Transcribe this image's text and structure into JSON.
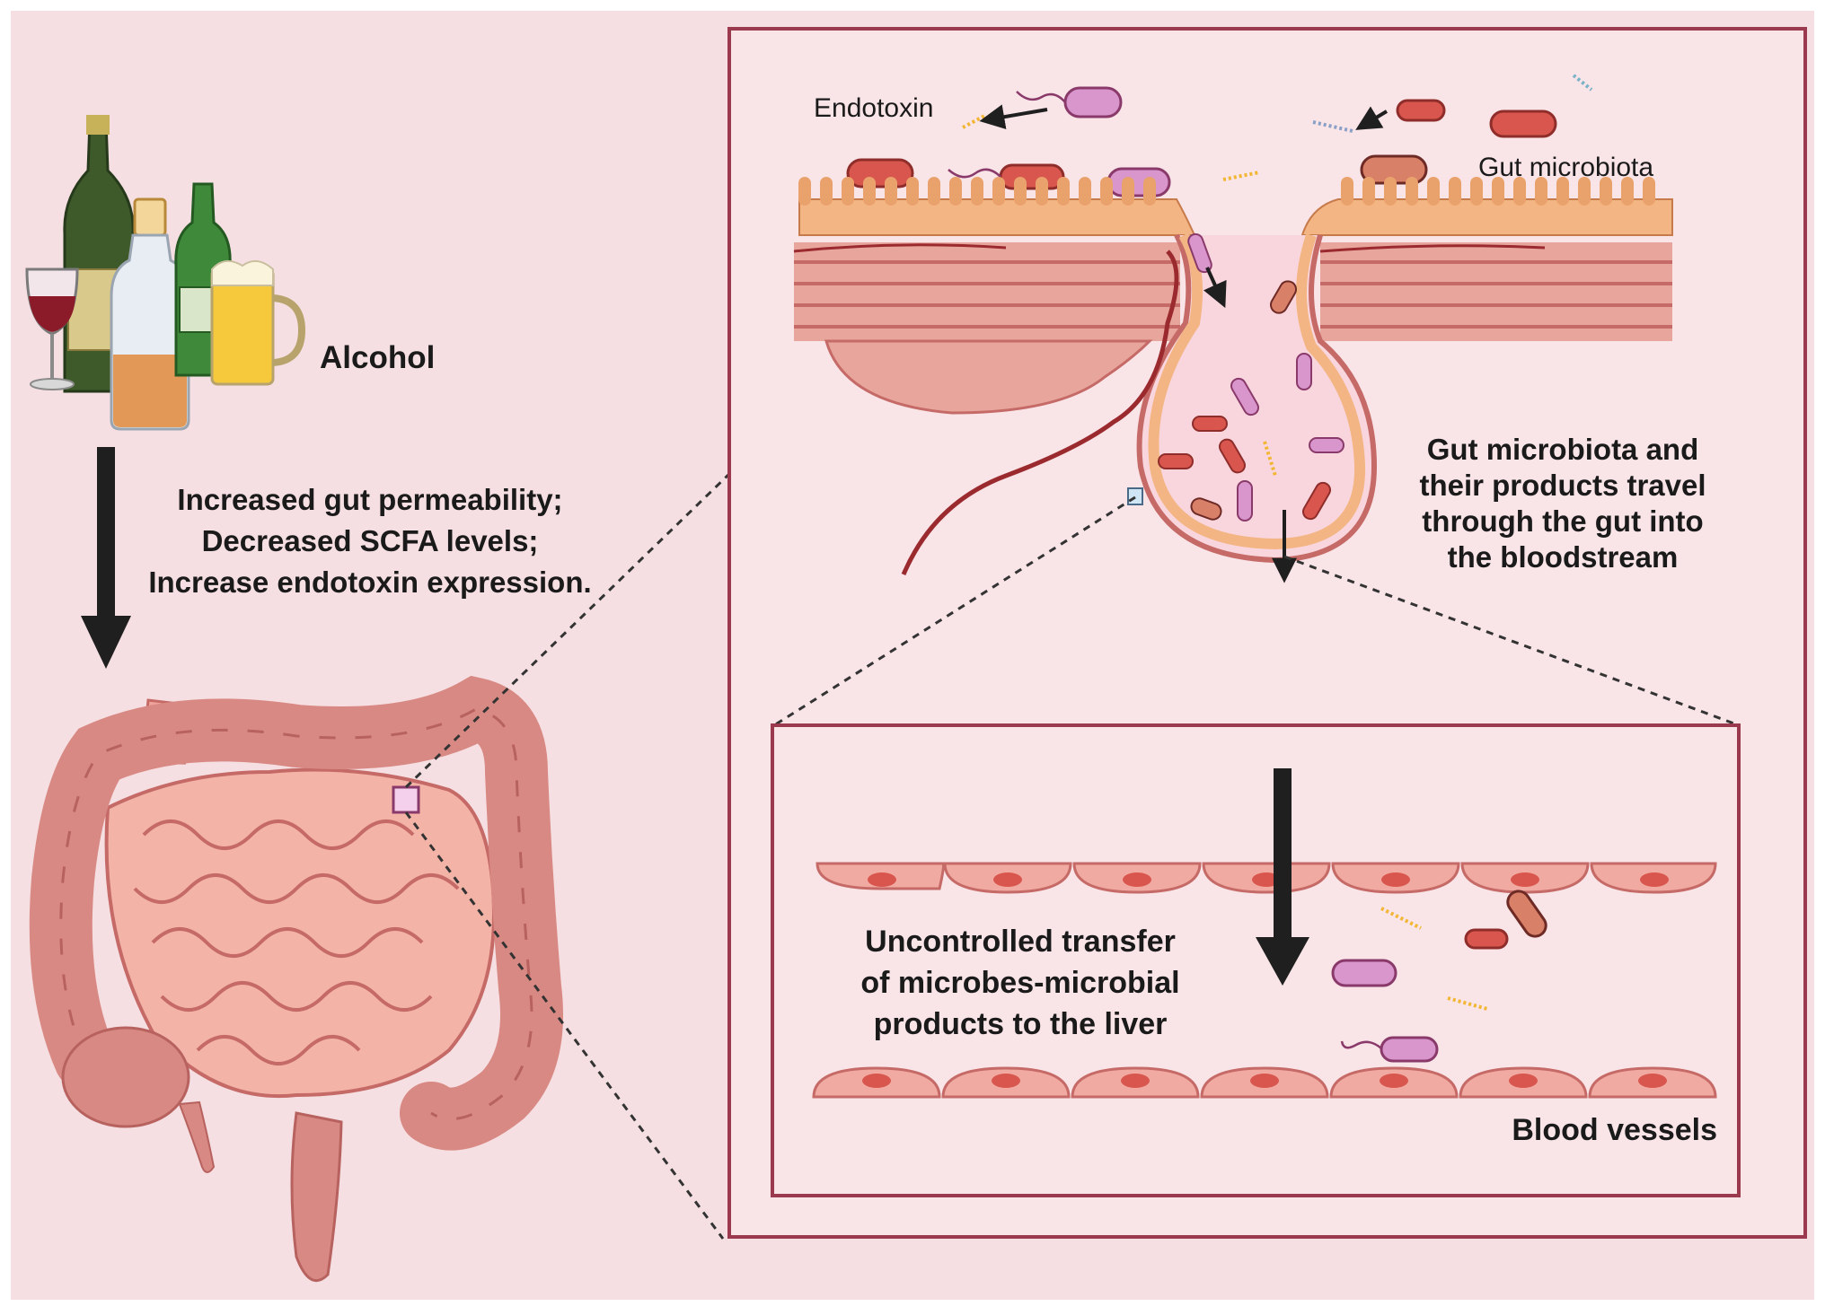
{
  "labels": {
    "alcohol": "Alcohol",
    "effects": [
      "Increased gut permeability;",
      "Decreased SCFA levels;",
      "Increase endotoxin expression."
    ],
    "endotoxin": "Endotoxin",
    "gut_microbiota": "Gut microbiota",
    "travel": [
      "Gut microbiota and",
      "their products travel",
      "through the gut into",
      "the bloodstream"
    ],
    "transfer": [
      "Uncontrolled transfer",
      "of microbes-microbial",
      "products to the liver"
    ],
    "blood_vessels": "Blood vessels"
  },
  "icons": {
    "beverages": "alcohol-bottles-glasses-icon",
    "intestine": "intestine-icon",
    "bacteria": "bacteria-icon",
    "endotoxin": "endotoxin-molecule-icon",
    "endothelial": "endothelial-cell-icon"
  },
  "colors": {
    "background": "#f5dfe2",
    "panel": "#f9e4e8",
    "frame": "#9b3a4f",
    "arrow": "#1f1f1f",
    "epithelium": "#f3b584",
    "muscle": "#d9837a",
    "intestine": "#d98983",
    "bacteria_red": "#d9564f",
    "bacteria_pink": "#d996cc",
    "endothelium": "#f1aaa1"
  }
}
